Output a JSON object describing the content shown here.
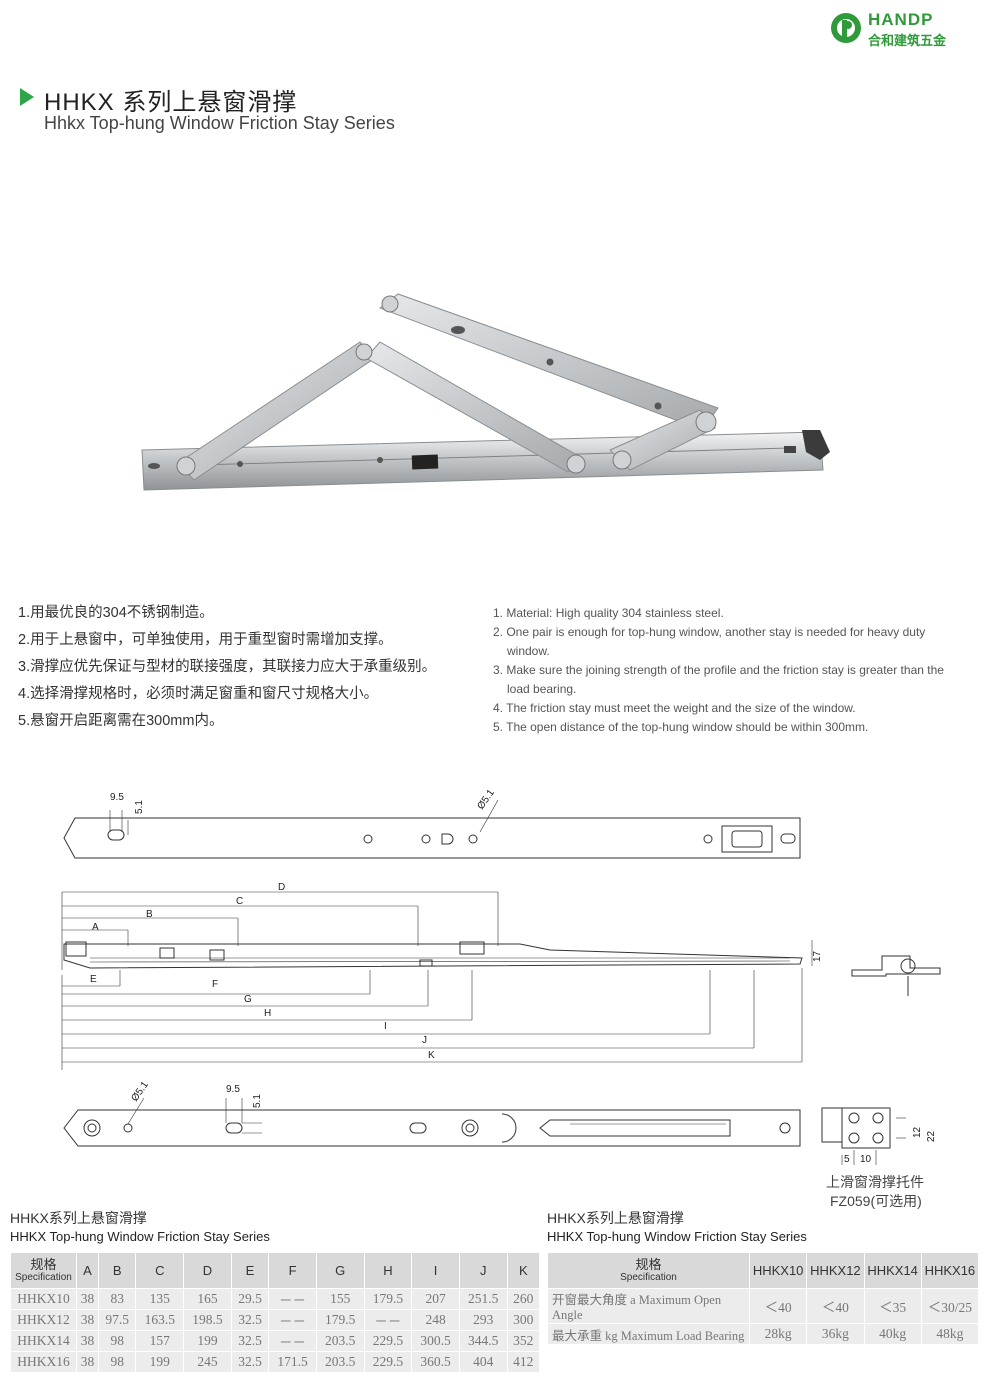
{
  "logo": {
    "en": "HANDP",
    "cn": "合和建筑五金"
  },
  "title": {
    "cn": "HHKX 系列上悬窗滑撑",
    "en": "Hhkx Top-hung Window Friction Stay Series"
  },
  "notes_cn": [
    "1.用最优良的304不锈钢制造。",
    "2.用于上悬窗中，可单独使用，用于重型窗时需增加支撑。",
    "3.滑撑应优先保证与型材的联接强度，其联接力应大于承重级别。",
    "4.选择滑撑规格时，必须时满足窗重和窗尺寸规格大小。",
    "5.悬窗开启距离需在300mm内。"
  ],
  "notes_en": [
    "1. Material: High quality 304 stainless steel.",
    "2. One pair is enough for top-hung window, another stay is needed for heavy duty window.",
    "3. Make sure the joining strength of the profile and the friction stay is greater than the load bearing.",
    "4. The friction stay must meet the weight and the size of the window.",
    "5. The open distance of the top-hung window should be within 300mm."
  ],
  "drawing": {
    "dims_top": [
      "9.5",
      "5.1",
      "Ø5.1"
    ],
    "letters": [
      "A",
      "B",
      "C",
      "D",
      "E",
      "F",
      "G",
      "H",
      "I",
      "J",
      "K"
    ],
    "height_dim": "17",
    "dims_bottom": [
      "Ø5.1",
      "9.5",
      "5.1"
    ],
    "bracket_dims": [
      "12",
      "22",
      "5",
      "10"
    ],
    "caption_cn": "上滑窗滑撑托件",
    "caption_code": "FZ059(可选用)"
  },
  "table1": {
    "heading_cn": "HHKX系列上悬窗滑撑",
    "heading_en": "HHKX Top-hung Window Friction Stay Series",
    "spec_cn": "规格",
    "spec_en": "Specification",
    "columns": [
      "A",
      "B",
      "C",
      "D",
      "E",
      "F",
      "G",
      "H",
      "I",
      "J",
      "K"
    ],
    "rows": [
      [
        "HHKX10",
        "38",
        "83",
        "135",
        "165",
        "29.5",
        "－－",
        "155",
        "179.5",
        "207",
        "251.5",
        "260"
      ],
      [
        "HHKX12",
        "38",
        "97.5",
        "163.5",
        "198.5",
        "32.5",
        "－－",
        "179.5",
        "－－",
        "248",
        "293",
        "300"
      ],
      [
        "HHKX14",
        "38",
        "98",
        "157",
        "199",
        "32.5",
        "－－",
        "203.5",
        "229.5",
        "300.5",
        "344.5",
        "352"
      ],
      [
        "HHKX16",
        "38",
        "98",
        "199",
        "245",
        "32.5",
        "171.5",
        "203.5",
        "229.5",
        "360.5",
        "404",
        "412"
      ]
    ]
  },
  "table2": {
    "heading_cn": "HHKX系列上悬窗滑撑",
    "heading_en": "HHKX Top-hung Window Friction Stay Series",
    "spec_cn": "规格",
    "spec_en": "Specification",
    "columns": [
      "HHKX10",
      "HHKX12",
      "HHKX14",
      "HHKX16"
    ],
    "rows": [
      [
        "开窗最大角度 a  Maximum Open Angle",
        "＜40",
        "＜40",
        "＜35",
        "＜30/25"
      ],
      [
        "最大承重 kg  Maximum Load Bearing",
        "28kg",
        "36kg",
        "40kg",
        "48kg"
      ]
    ]
  },
  "colors": {
    "brand_green": "#2f9a3a",
    "table_header": "#d9d9d9",
    "table_cell": "#ececec"
  }
}
